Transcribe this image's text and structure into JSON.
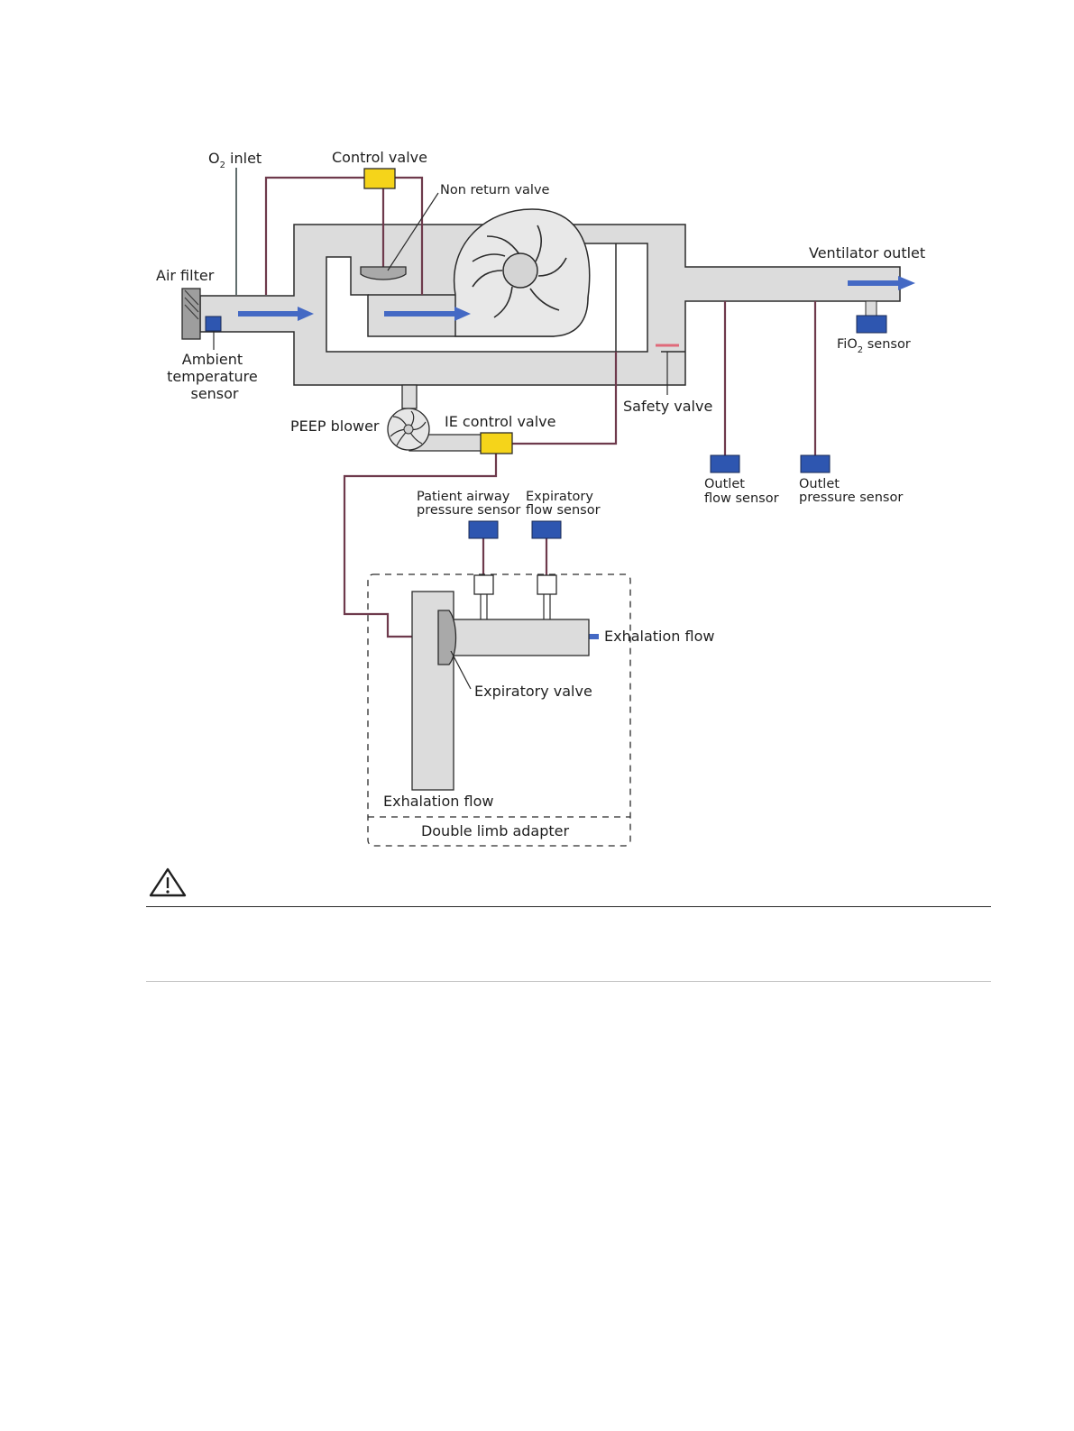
{
  "labels": {
    "o2_inlet_main": "O",
    "o2_inlet_sub": "2",
    "o2_inlet_rest": " inlet",
    "control_valve": "Control valve",
    "non_return_valve": "Non return valve",
    "ventilator_outlet": "Ventilator outlet",
    "air_filter": "Air filter",
    "ambient_temperature_sensor": [
      "Ambient",
      "temperature",
      "sensor"
    ],
    "fio2_sensor_main": "FiO",
    "fio2_sensor_sub": "2",
    "fio2_sensor_rest": " sensor",
    "safety_valve": "Safety valve",
    "peep_blower": "PEEP blower",
    "ie_control_valve": "IE control valve",
    "outlet_flow_sensor": [
      "Outlet",
      "flow sensor"
    ],
    "outlet_pressure_sensor": [
      "Outlet",
      "pressure sensor"
    ],
    "patient_airway_pressure_sensor": [
      "Patient airway",
      "pressure sensor"
    ],
    "expiratory_flow_sensor": [
      "Expiratory",
      "flow sensor"
    ],
    "exhalation_flow_right": "Exhalation flow",
    "expiratory_valve": "Expiratory valve",
    "exhalation_flow_bottom": "Exhalation flow",
    "double_limb_adapter": "Double limb adapter"
  },
  "colors": {
    "duct_fill": "#dcdcdc",
    "duct_stroke": "#2b2b2b",
    "signal_line": "#6e3a4c",
    "valve_yellow": "#f5d41a",
    "sensor_blue": "#2e56b0",
    "flow_arrow": "#4469c4",
    "safety_valve_red": "#e06a7a"
  },
  "warning": {
    "icon": "warning-triangle-icon"
  }
}
